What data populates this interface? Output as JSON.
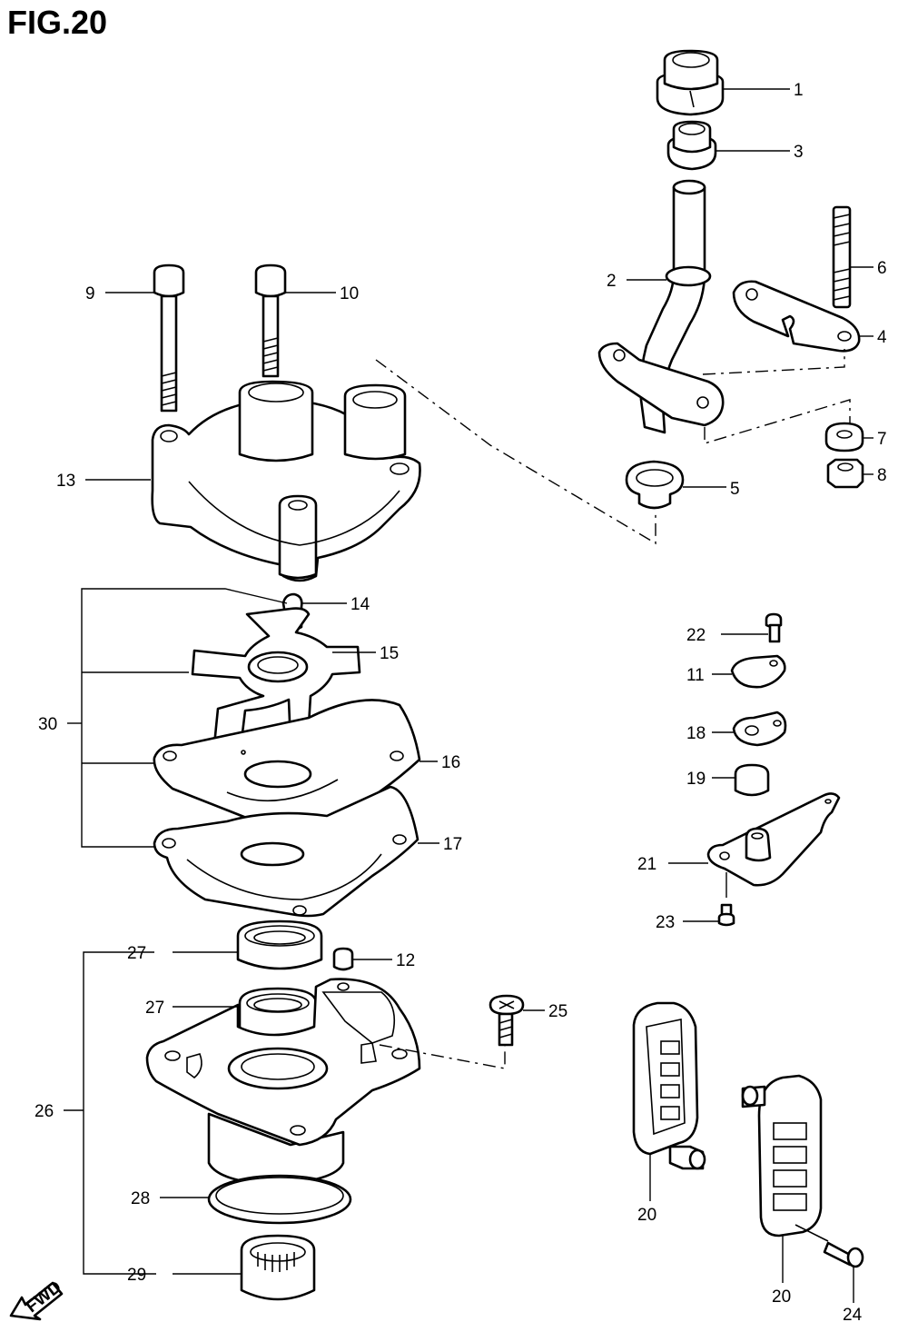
{
  "figure_title": "FIG.20",
  "fwd_label": "FWD",
  "callouts": {
    "c1": "1",
    "c2": "2",
    "c3": "3",
    "c4": "4",
    "c5": "5",
    "c6": "6",
    "c7": "7",
    "c8": "8",
    "c9": "9",
    "c10": "10",
    "c11": "11",
    "c12": "12",
    "c13": "13",
    "c14": "14",
    "c15": "15",
    "c16": "16",
    "c17": "17",
    "c18": "18",
    "c19": "19",
    "c20a": "20",
    "c20b": "20",
    "c21": "21",
    "c22": "22",
    "c23": "23",
    "c24": "24",
    "c25": "25",
    "c26": "26",
    "c27a": "27",
    "c27b": "27",
    "c28": "28",
    "c29": "29",
    "c30": "30"
  }
}
